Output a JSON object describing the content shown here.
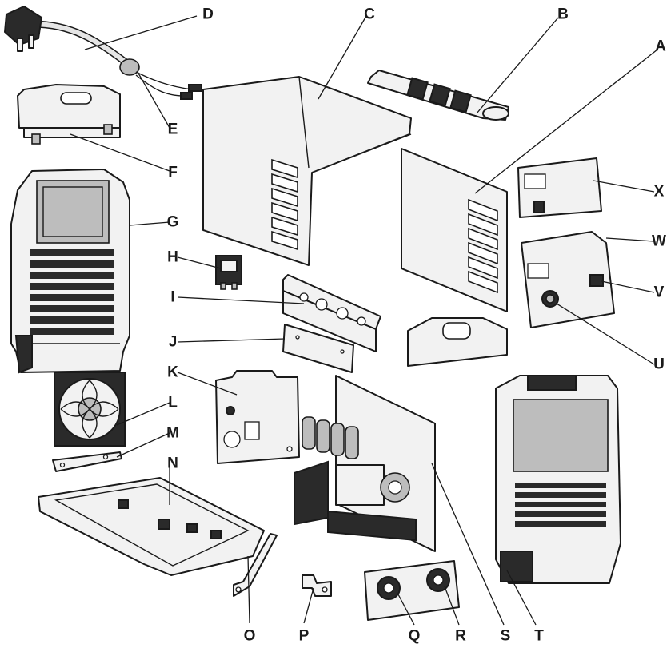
{
  "callouts": {
    "A": "A",
    "B": "B",
    "C": "C",
    "D": "D",
    "E": "E",
    "F": "F",
    "G": "G",
    "H": "H",
    "I": "I",
    "J": "J",
    "K": "K",
    "L": "L",
    "M": "M",
    "N": "N",
    "O": "O",
    "P": "P",
    "Q": "Q",
    "R": "R",
    "S": "S",
    "T": "T",
    "U": "U",
    "V": "V",
    "W": "W",
    "X": "X"
  }
}
